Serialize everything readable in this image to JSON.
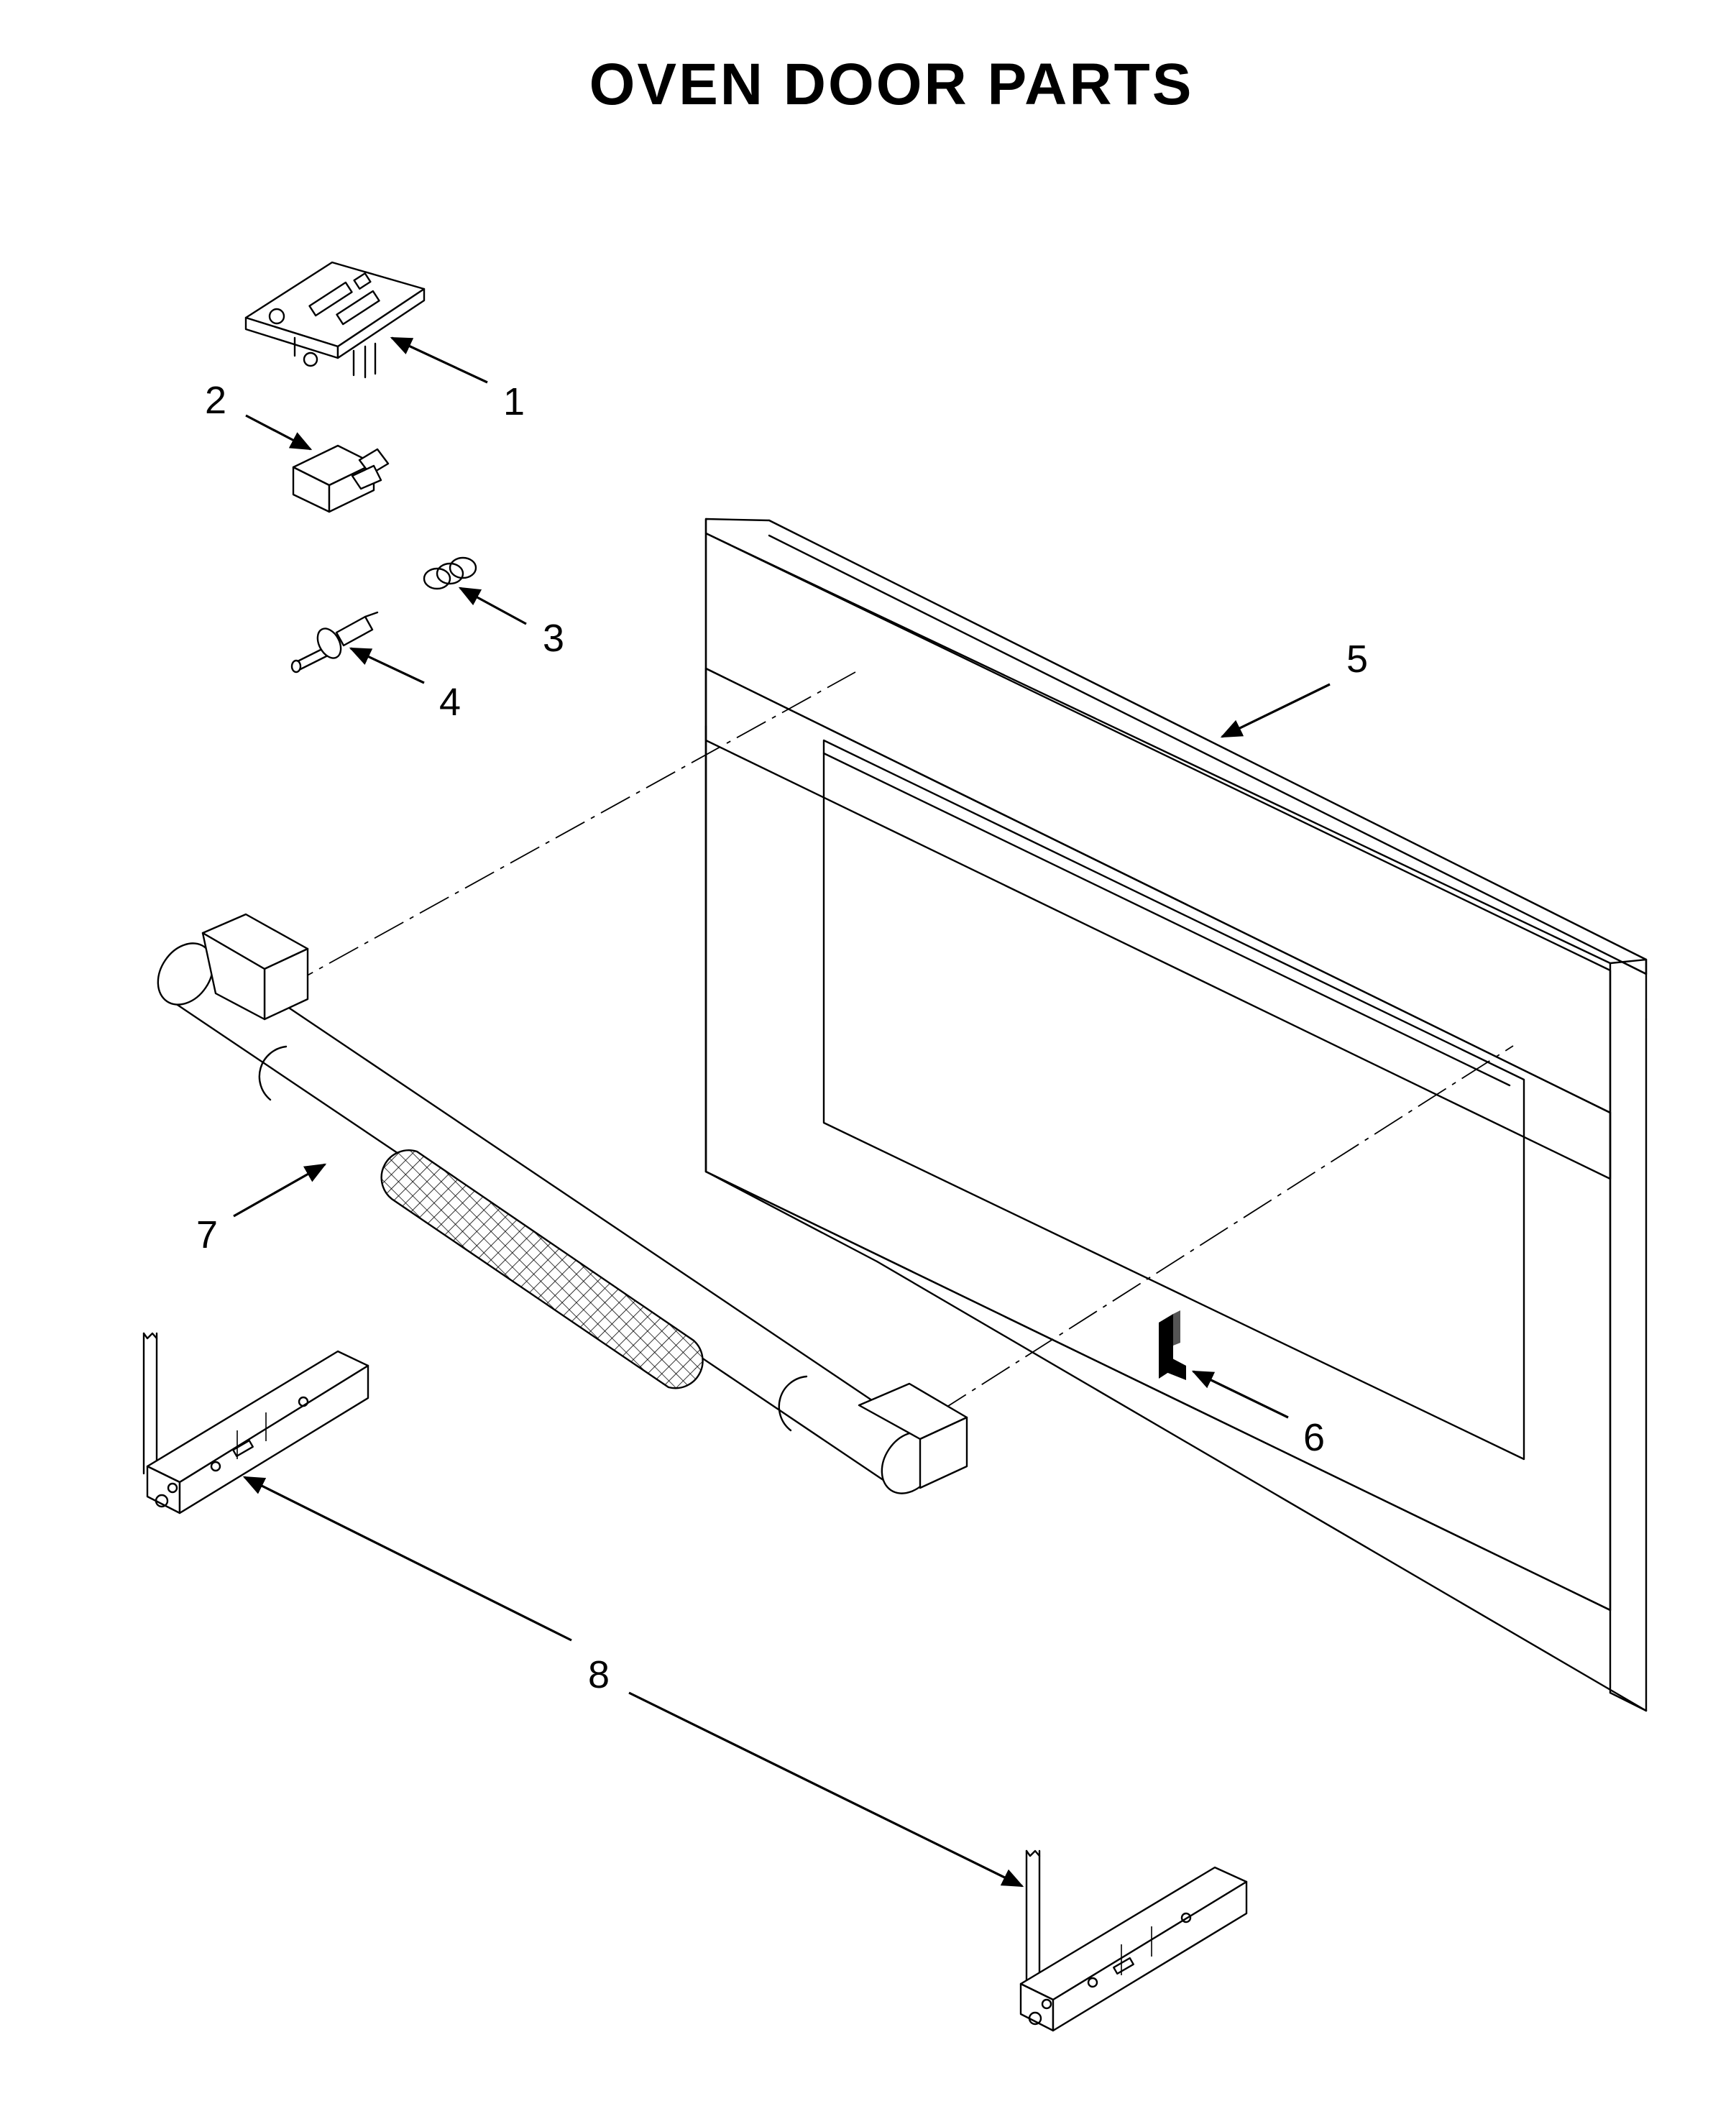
{
  "title": "OVEN DOOR PARTS",
  "callouts": [
    {
      "id": "1",
      "label": "1"
    },
    {
      "id": "2",
      "label": "2"
    },
    {
      "id": "3",
      "label": "3"
    },
    {
      "id": "4",
      "label": "4"
    },
    {
      "id": "5",
      "label": "5"
    },
    {
      "id": "6",
      "label": "6"
    },
    {
      "id": "7",
      "label": "7"
    },
    {
      "id": "8",
      "label": "8"
    }
  ]
}
